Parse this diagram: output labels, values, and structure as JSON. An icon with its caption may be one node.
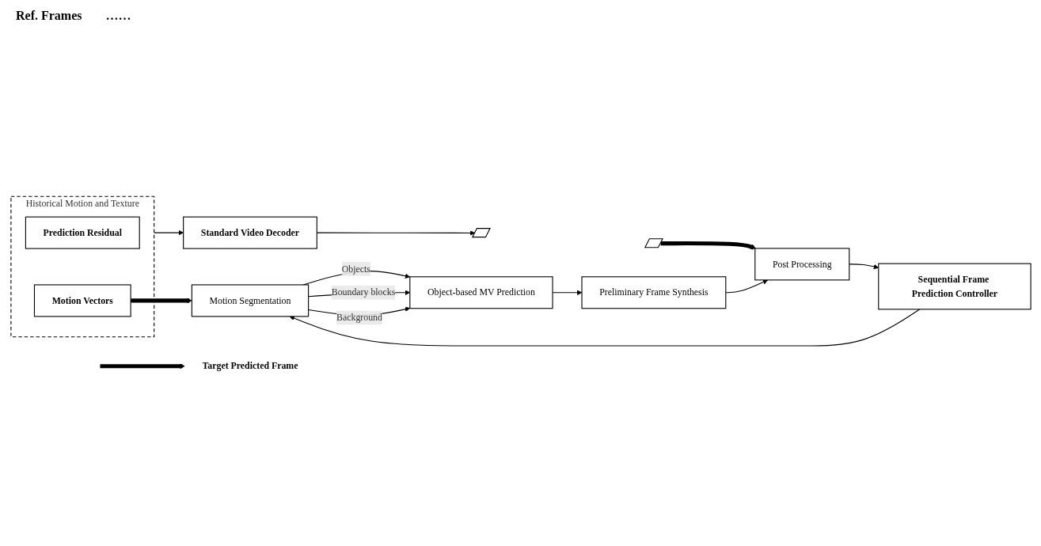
{
  "diagram": {
    "nodes": [
      {
        "text": [
          "Historical Motion and Texture"
        ]
      },
      {
        "text": [
          "Prediction Residual"
        ],
        "in": 0
      },
      {
        "text": [
          "Motion Vectors"
        ],
        "in": 0
      },
      {
        "text": [
          "Standard Video Decoder"
        ]
      },
      {
        "text": [],
        "shape": "parallelogram"
      },
      {
        "text": [],
        "shape": "parallelogram"
      },
      {
        "text": [
          "Sequential Frame Prediction Controller"
        ]
      },
      {
        "text": [
          "Motion Segmentation"
        ]
      },
      {
        "text": [
          "Object-based MV Prediction"
        ]
      },
      {
        "text": [
          "Preliminary Frame Synthesis"
        ]
      },
      {
        "text": [
          "Post Processing"
        ]
      },
      {
        "text": [
          "Target Predicted Frame"
        ]
      }
    ],
    "edges": [
      {
        "from": 0,
        "to": 3,
        "arrow": "to"
      },
      {
        "from": 3,
        "to": 4,
        "arrow": "to"
      },
      {
        "from": 2,
        "to": 7,
        "arrow": "to",
        "style": "thick"
      },
      {
        "from": 5,
        "to": 10,
        "arrow": "to",
        "style": "thick"
      },
      {
        "from": 10,
        "to": 6,
        "arrow": "to"
      },
      {
        "from": 6,
        "to": 7,
        "arrow": "to"
      },
      {
        "from": 7,
        "to": 8,
        "arrow": "to",
        "label": "Objects"
      },
      {
        "from": 7,
        "to": 8,
        "arrow": "to",
        "label": "Boundary blocks"
      },
      {
        "from": 7,
        "to": 8,
        "arrow": "to",
        "label": "Background"
      },
      {
        "from": 8,
        "to": 9,
        "arrow": "to"
      },
      {
        "from": 9,
        "to": 10,
        "arrow": "to"
      },
      {
        "from": null,
        "to": 11,
        "arrow": "to",
        "style": "thick"
      }
    ],
    "labels": [
      "Ref. Frames",
      "……"
    ]
  }
}
